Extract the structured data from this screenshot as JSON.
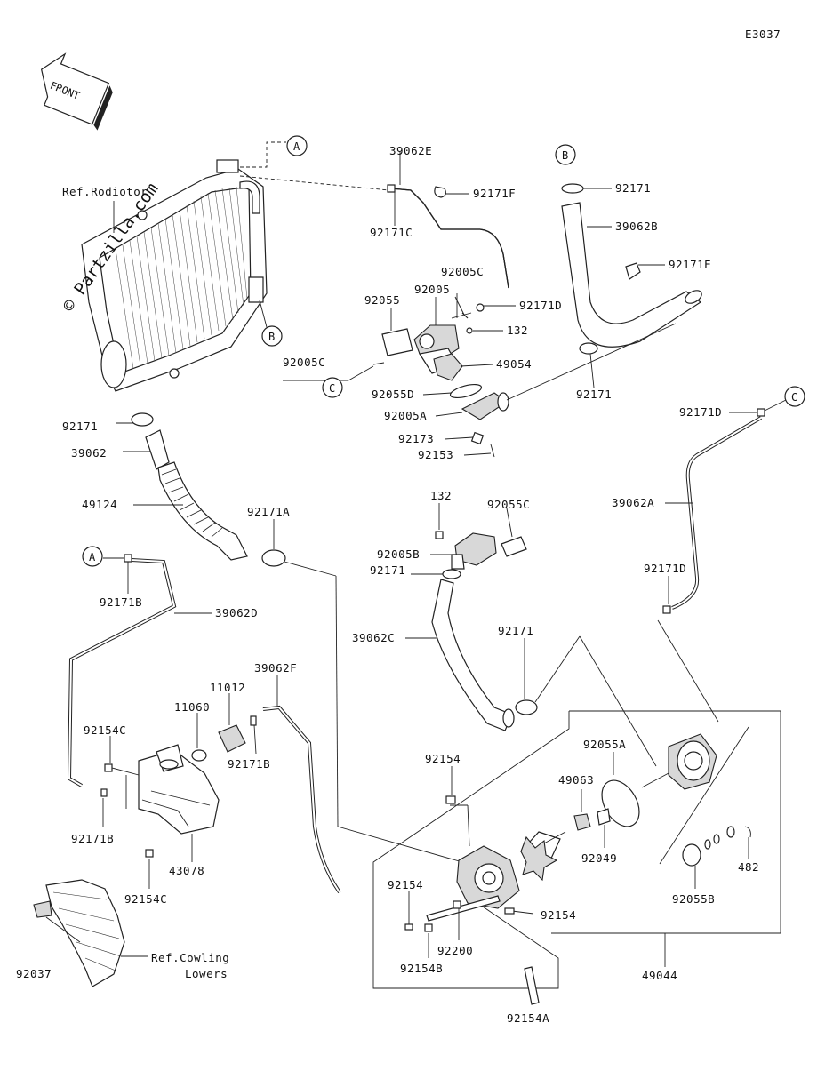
{
  "diagram_code": "E3037",
  "front_label": "FRONT",
  "watermark": "© Partzilla.com",
  "refs": {
    "radiator": "Ref.Rodiotor",
    "cowling_1": "Ref.Cowling",
    "cowling_2": "Lowers"
  },
  "connectors": [
    "A",
    "B",
    "C",
    "A",
    "B",
    "C"
  ],
  "labels": [
    "39062E",
    "92171F",
    "92171C",
    "92171",
    "39062B",
    "92171E",
    "92005C",
    "92005",
    "92055",
    "92171D",
    "132",
    "92005C",
    "49054",
    "92055D",
    "92171",
    "92005A",
    "92173",
    "92153",
    "92171D",
    "92171",
    "39062",
    "49124",
    "92171A",
    "132",
    "92055C",
    "92005B",
    "92171",
    "39062A",
    "92171D",
    "92171B",
    "39062D",
    "39062C",
    "92171",
    "39062F",
    "11012",
    "11060",
    "92154C",
    "92171B",
    "92055A",
    "92154",
    "49063",
    "92049",
    "92171B",
    "43078",
    "92154C",
    "482",
    "92055B",
    "92154",
    "92154",
    "92200",
    "92154B",
    "49044",
    "92037",
    "92154A"
  ]
}
